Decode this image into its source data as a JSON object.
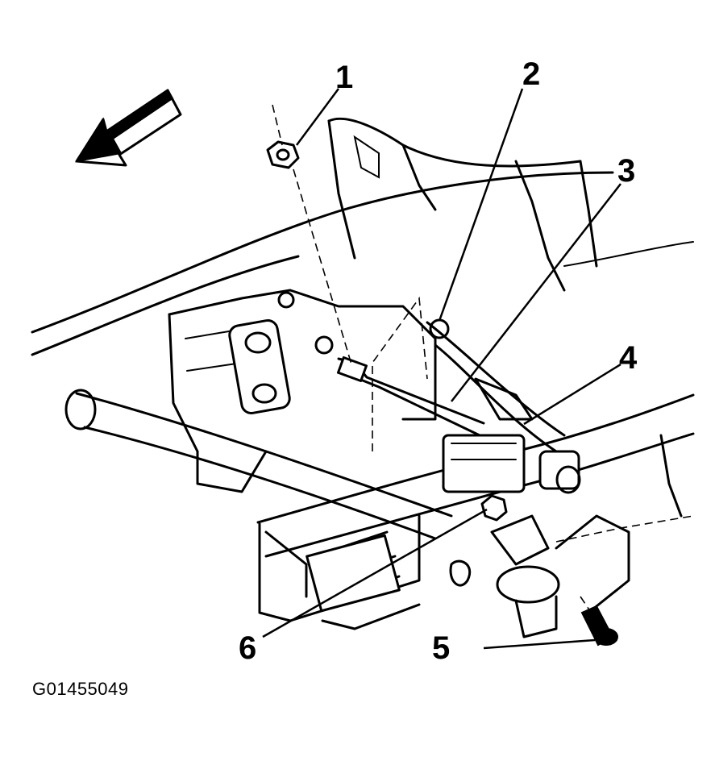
{
  "figure_id": "G01455049",
  "callouts": [
    {
      "label": "1"
    },
    {
      "label": "2"
    },
    {
      "label": "3"
    },
    {
      "label": "4"
    },
    {
      "label": "5"
    },
    {
      "label": "6"
    }
  ],
  "icons": {
    "direction_arrow": "forward-arrow-icon"
  }
}
